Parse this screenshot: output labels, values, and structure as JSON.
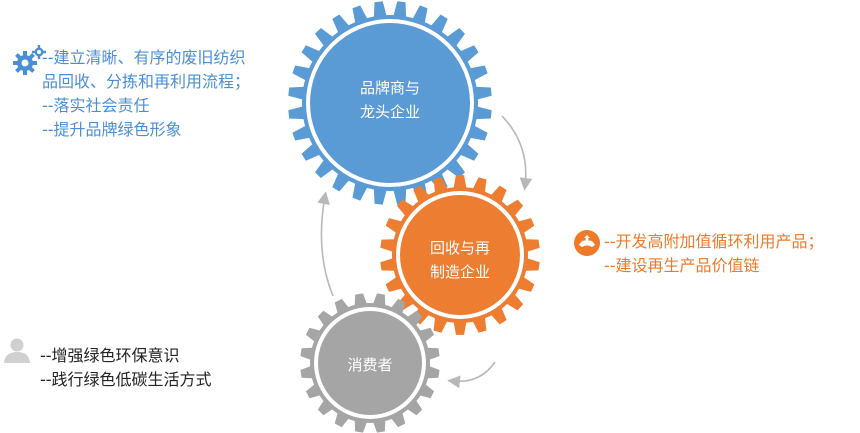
{
  "gears": {
    "top": {
      "lines": [
        "品牌商与",
        "龙头企业"
      ],
      "color": "#5b9bd5",
      "icon": "gear-icon"
    },
    "middle": {
      "lines": [
        "回收与再",
        "制造企业"
      ],
      "color": "#ed7d31",
      "icon": "gear-icon"
    },
    "bottom": {
      "lines": [
        "消费者"
      ],
      "color": "#a5a5a5",
      "icon": "gear-icon"
    }
  },
  "blocks": {
    "brand": {
      "icon": "gears-icon",
      "color": "#4a8fd6",
      "lines": [
        "--建立清晰、有序的废旧纺织",
        "品回收、分拣和再利用流程；",
        "--落实社会责任",
        "--提升品牌绿色形象"
      ]
    },
    "recycler": {
      "icon": "recycle-hands-icon",
      "color": "#ee7a2a",
      "lines": [
        "--开发高附加值循环利用产品；",
        "--建设再生产品价值链"
      ]
    },
    "consumer": {
      "icon": "person-icon",
      "color": "#222222",
      "lines": [
        "--增强绿色环保意识",
        "--践行绿色低碳生活方式"
      ]
    }
  },
  "arrow_color": "#b8b8b8"
}
